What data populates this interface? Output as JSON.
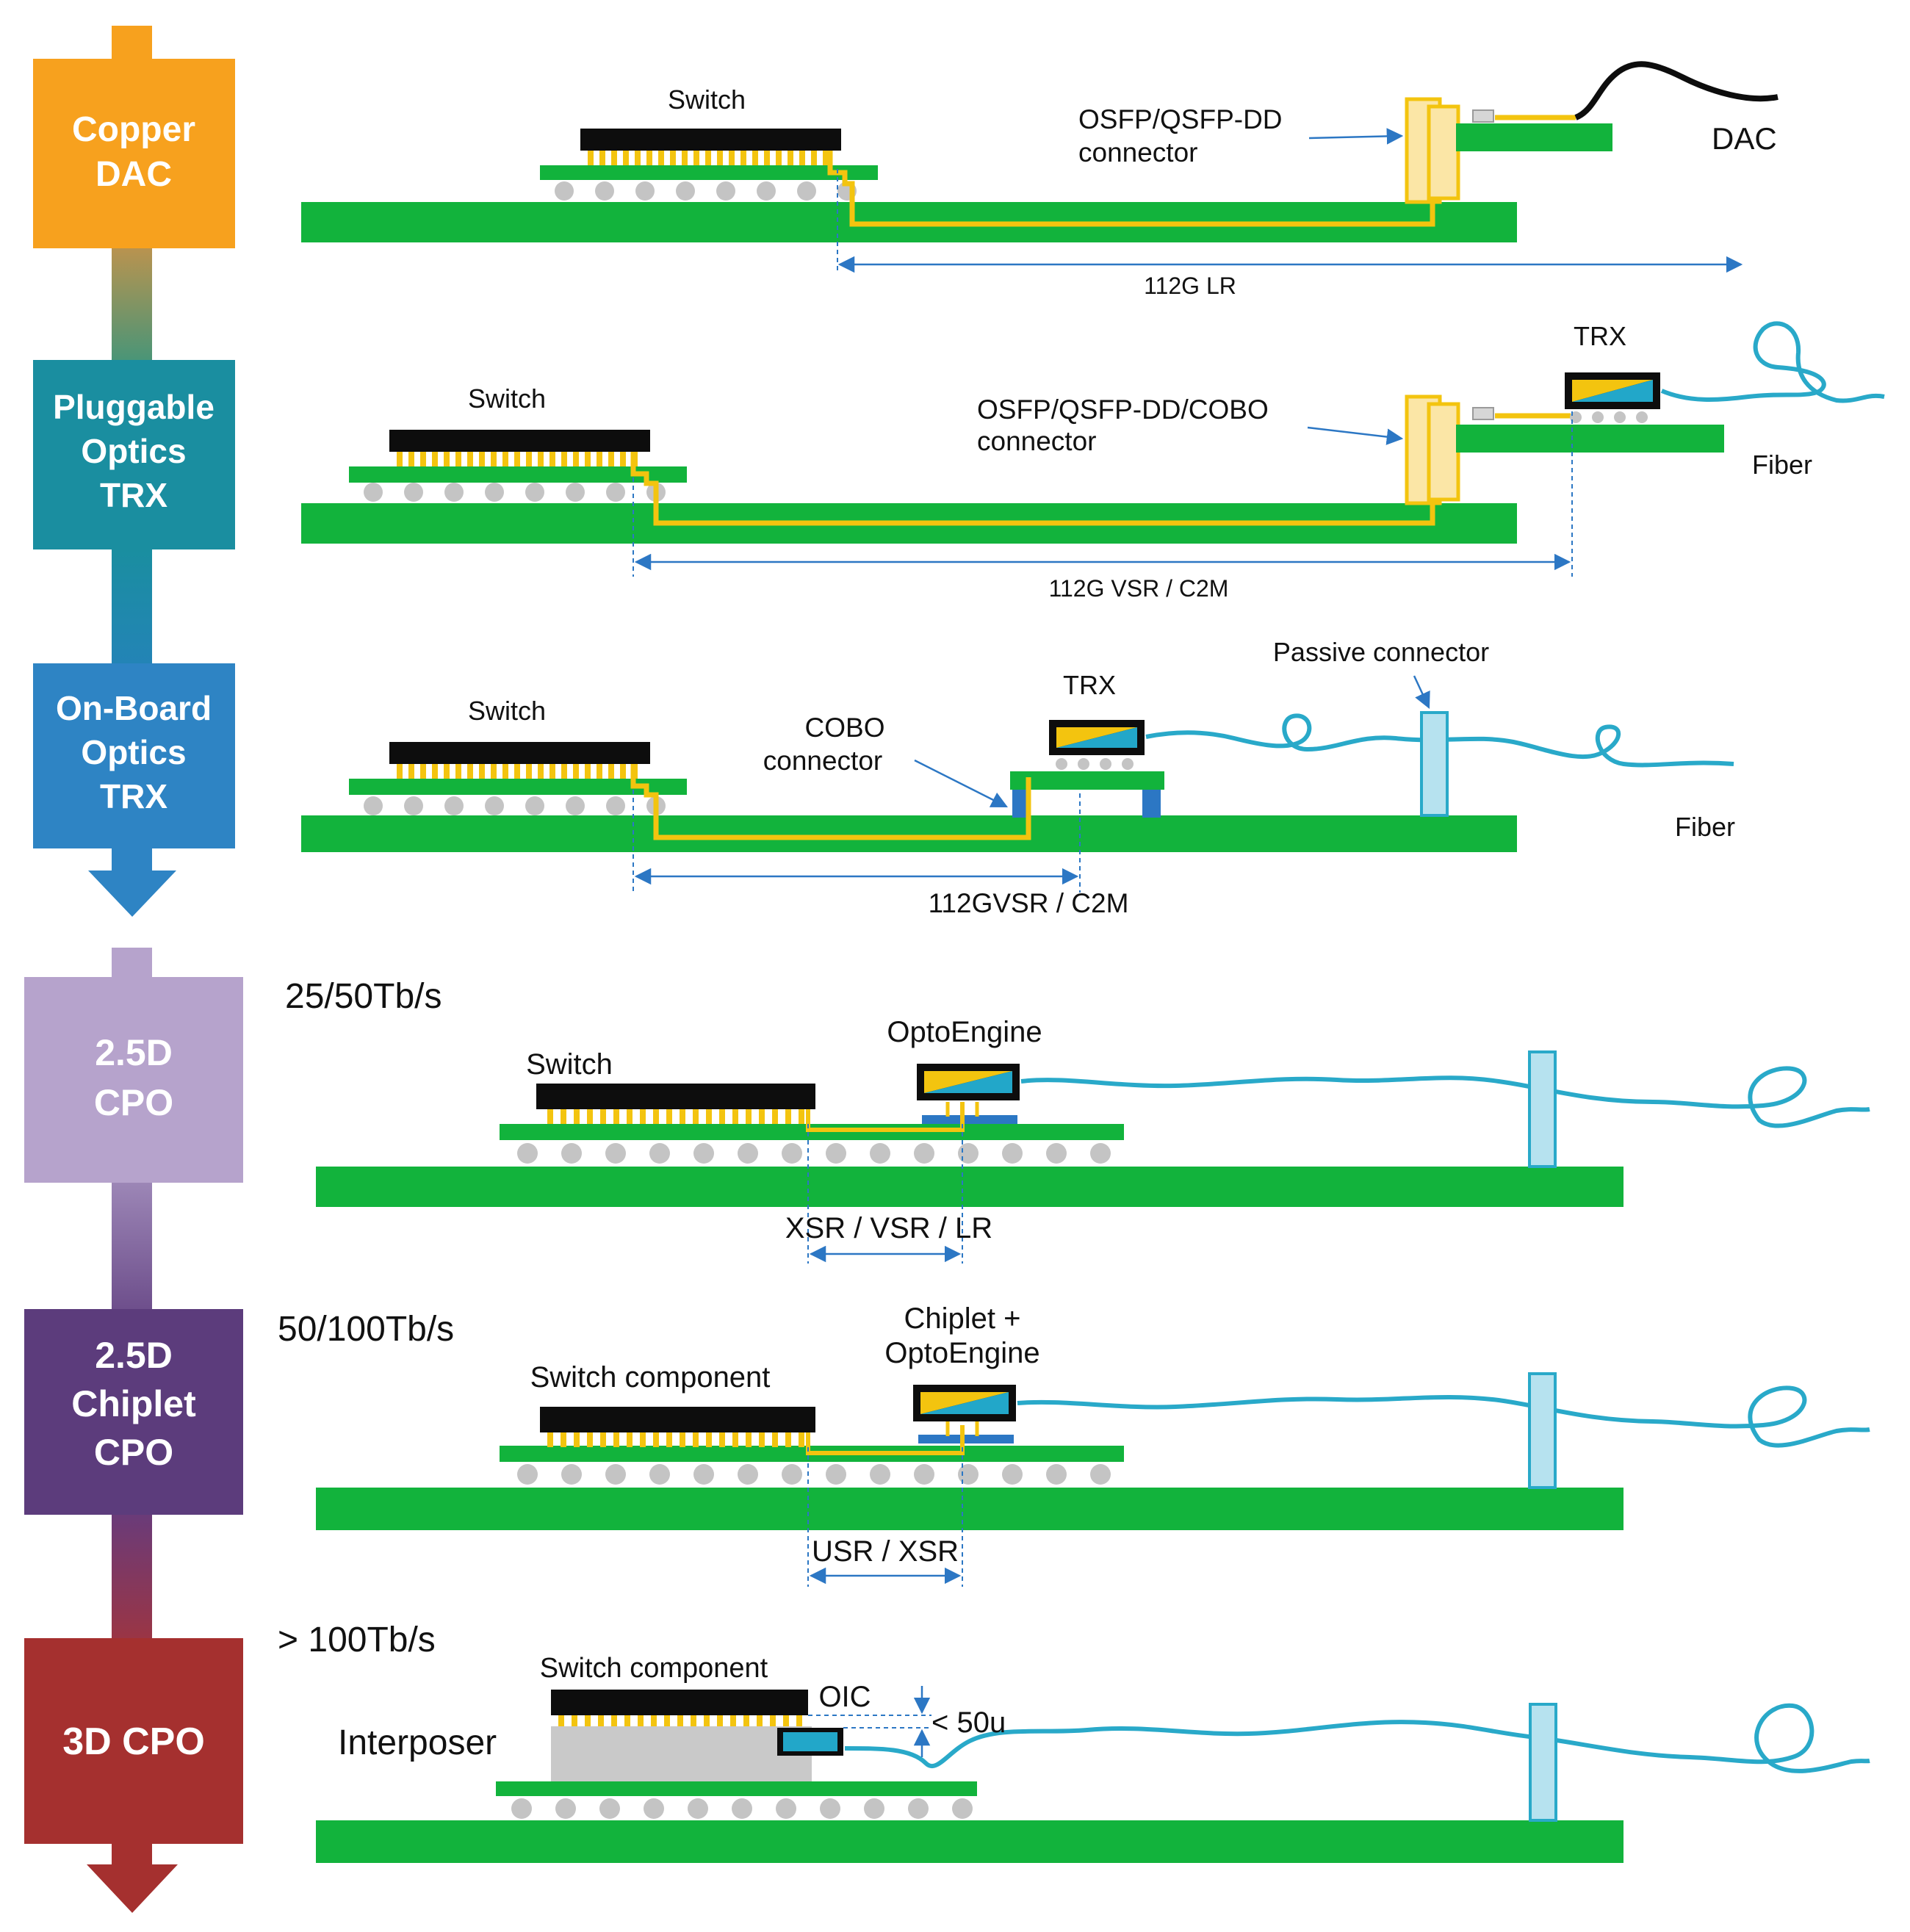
{
  "colors": {
    "pcb": "#12b33c",
    "chip": "#0d0d0d",
    "solder": "#f3c40f",
    "trace": "#f3c40f",
    "ball": "#c4c4c4",
    "connector_fill": "#fbe6a6",
    "fiber": "#29a9c9",
    "fiber_connector": "#b6e2ef",
    "dimension": "#2c77c4",
    "interposer": "#c9c9c9",
    "stage_copper": "#f7a11e",
    "stage_pluggable": "#1a8ea0",
    "stage_onboard": "#2e84c4",
    "stage_25d": "#b6a3cc",
    "stage_chiplet": "#5c3c7c",
    "stage_3d": "#a5302f"
  },
  "stages": [
    {
      "lines": [
        "Copper",
        "DAC"
      ]
    },
    {
      "lines": [
        "Pluggable",
        "Optics",
        "TRX"
      ]
    },
    {
      "lines": [
        "On-Board",
        "Optics",
        "TRX"
      ]
    },
    {
      "lines": [
        "2.5D",
        "CPO"
      ]
    },
    {
      "lines": [
        "2.5D",
        "Chiplet",
        "CPO"
      ]
    },
    {
      "lines": [
        "3D CPO"
      ]
    }
  ],
  "rows": {
    "copper_dac": {
      "switch": "Switch",
      "connector": [
        "OSFP/QSFP-DD",
        "connector"
      ],
      "cable": "DAC",
      "span": "112G LR"
    },
    "pluggable": {
      "switch": "Switch",
      "connector": [
        "OSFP/QSFP-DD/COBO",
        "connector"
      ],
      "module": "TRX",
      "fiber": "Fiber",
      "span": "112G VSR / C2M"
    },
    "onboard": {
      "switch": "Switch",
      "connector": [
        "COBO",
        "connector"
      ],
      "module": "TRX",
      "passive": "Passive connector",
      "fiber": "Fiber",
      "span": "112GVSR / C2M"
    },
    "cpo_25d": {
      "bandwidth": "25/50Tb/s",
      "switch": "Switch",
      "engine": "OptoEngine",
      "span": "XSR / VSR / LR"
    },
    "chiplet": {
      "bandwidth": "50/100Tb/s",
      "switch": "Switch component",
      "engine": [
        "Chiplet +",
        "OptoEngine"
      ],
      "span": "USR / XSR"
    },
    "cpo_3d": {
      "bandwidth": "> 100Tb/s",
      "switch": "Switch component",
      "interposer": "Interposer",
      "oic": "OIC",
      "gap": "< 50u"
    }
  }
}
